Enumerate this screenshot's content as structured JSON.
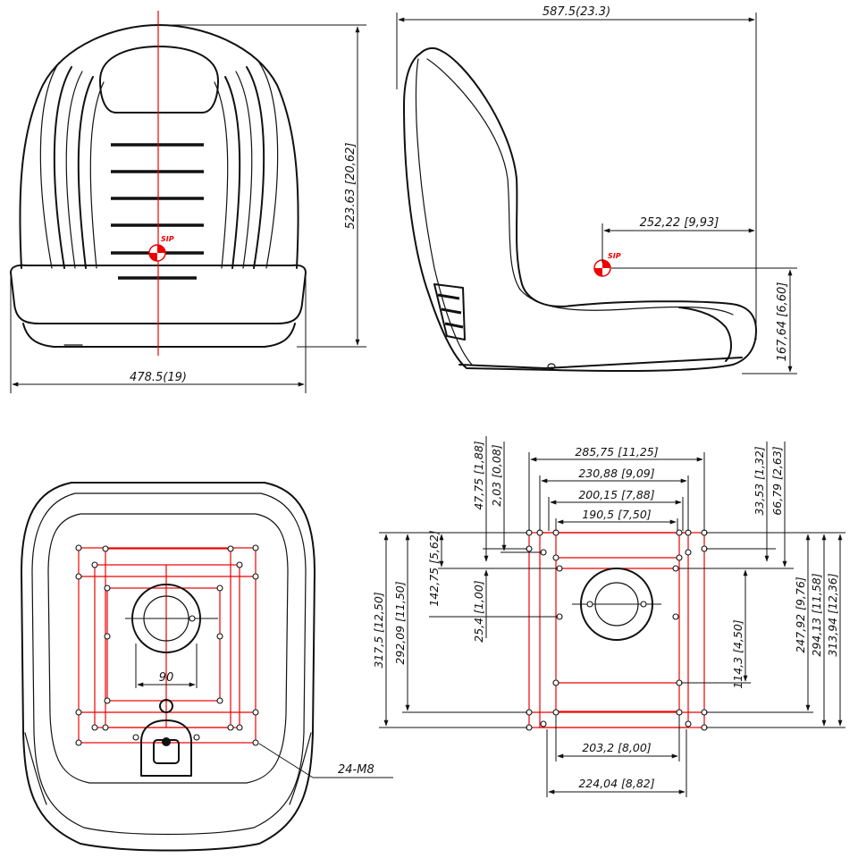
{
  "front_view": {
    "width_label": "478.5(19)",
    "height_label": "523.63 [20,62]",
    "sip_label": "SIP"
  },
  "side_view": {
    "depth_label": "587.5(23.3)",
    "sip_depth_label": "252,22 [9,93]",
    "sip_height_label": "167,64 [6,60]",
    "sip_label": "SIP"
  },
  "bottom_view": {
    "center_spacing_label": "90",
    "bolt_callout": "24-M8"
  },
  "mounting_pattern": {
    "top_widths": [
      "285,75 [11,25]",
      "230,88 [9,09]",
      "200,15 [7,88]",
      "190,5 [7,50]"
    ],
    "bottom_widths": [
      "203,2 [8,00]",
      "224,04 [8,82]"
    ],
    "left_offsets": [
      "47,75 [1,88]",
      "2,03 [0,08]"
    ],
    "right_offsets": [
      "33,53 [1,32]",
      "66,79 [2,63]"
    ],
    "left_heights": [
      "317,5 [12,50]",
      "292,09 [11,50]",
      "142,75 [5,62]",
      "25,4 [1,00]"
    ],
    "right_heights": [
      "114,3 [4,50]",
      "247,92 [9,76]",
      "294,13 [11,58]",
      "313,94 [12,36]"
    ]
  },
  "colors": {
    "line": "#111111",
    "accent_red": "#e00000"
  }
}
